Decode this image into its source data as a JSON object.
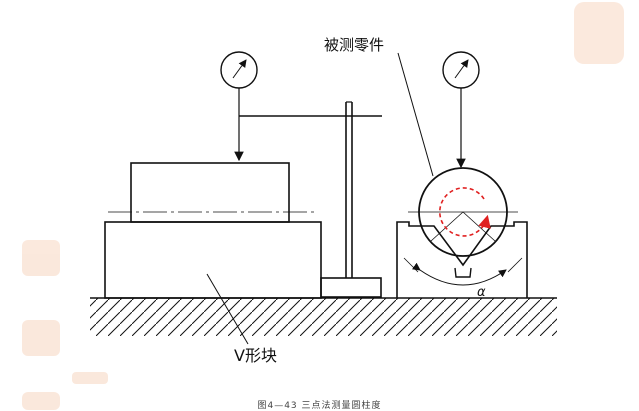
{
  "labels": {
    "part": "被测零件",
    "vblock": "V形块",
    "angle": "α"
  },
  "caption": "图4—43   三点法测量圆柱度",
  "colors": {
    "line": "#111111",
    "rotation_arrow": "#e02020",
    "watermark": "#f0b890"
  }
}
